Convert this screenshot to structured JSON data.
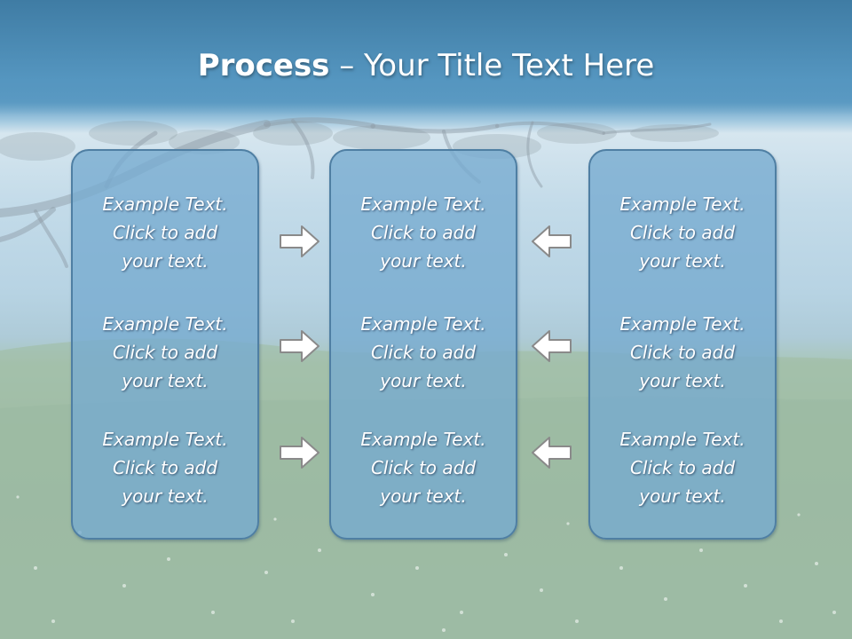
{
  "slide": {
    "title_bold": "Process",
    "title_rest": " – Your Title Text Here"
  },
  "columns": [
    {
      "blocks": [
        {
          "line1": "Example Text.",
          "line2": "Click  to add",
          "line3": "your text."
        },
        {
          "line1": "Example Text.",
          "line2": "Click  to add",
          "line3": "your text."
        },
        {
          "line1": "Example Text.",
          "line2": "Click  to add",
          "line3": "your text."
        }
      ]
    },
    {
      "blocks": [
        {
          "line1": "Example Text.",
          "line2": "Click  to add",
          "line3": "your text."
        },
        {
          "line1": "Example Text.",
          "line2": "Click  to add",
          "line3": "your text."
        },
        {
          "line1": "Example Text.",
          "line2": "Click  to add",
          "line3": "your text."
        }
      ]
    },
    {
      "blocks": [
        {
          "line1": "Example Text.",
          "line2": "Click  to add",
          "line3": "your text."
        },
        {
          "line1": "Example Text.",
          "line2": "Click  to add",
          "line3": "your text."
        },
        {
          "line1": "Example Text.",
          "line2": "Click  to add",
          "line3": "your text."
        }
      ]
    }
  ],
  "arrows": {
    "left_group": "arrow-right-icon",
    "right_group": "arrow-left-icon"
  },
  "colors": {
    "title_band": "#4a86ad",
    "box_fill": "#76aad0",
    "box_border": "#4f7fa3",
    "arrow_fill": "#ffffff",
    "arrow_stroke": "#8a8a8a"
  }
}
